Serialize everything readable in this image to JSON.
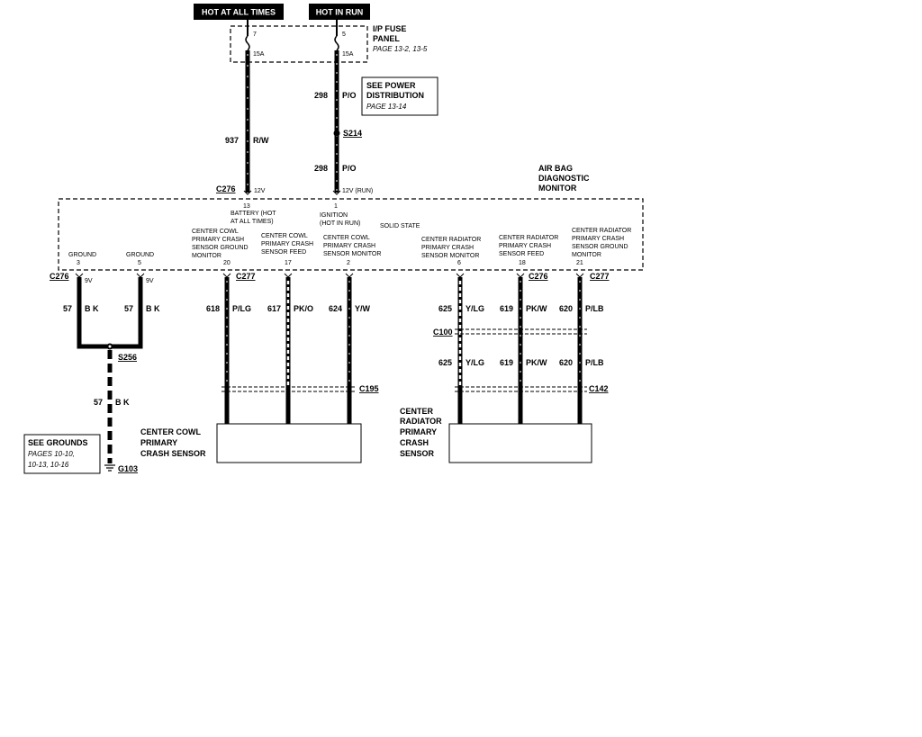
{
  "headers": {
    "hot_at_all_times": "HOT AT ALL TIMES",
    "hot_in_run": "HOT IN RUN"
  },
  "fuse_panel": {
    "title_line1": "I/P FUSE",
    "title_line2": "PANEL",
    "page_ref": "PAGE 13-2, 13-5",
    "fuses": [
      {
        "num": "7",
        "amps": "15A"
      },
      {
        "num": "5",
        "amps": "15A"
      }
    ]
  },
  "power_ref": {
    "line1": "SEE POWER",
    "line2": "DISTRIBUTION",
    "page": "PAGE 13-14"
  },
  "wires_top": [
    {
      "circuit": "937",
      "color": "R/W"
    },
    {
      "circuit": "298",
      "color": "P/O"
    },
    {
      "circuit": "298",
      "color": "P/O"
    }
  ],
  "splice_s214": "S214",
  "module": {
    "title_line1": "AIR BAG",
    "title_line2": "DIAGNOSTIC",
    "title_line3": "MONITOR",
    "type": "SOLID STATE",
    "volt_batt": "12V",
    "volt_run": "12V (RUN)",
    "pins": [
      {
        "num": "13",
        "label1": "BATTERY (HOT",
        "label2": "AT ALL TIMES)"
      },
      {
        "num": "1",
        "label1": "IGNITION",
        "label2": "(HOT IN RUN)"
      },
      {
        "num": "3",
        "label1": "GROUND"
      },
      {
        "num": "5",
        "label1": "GROUND"
      },
      {
        "num": "20",
        "label1": "CENTER COWL",
        "label2": "PRIMARY CRASH",
        "label3": "SENSOR GROUND",
        "label4": "MONITOR"
      },
      {
        "num": "17",
        "label1": "CENTER COWL",
        "label2": "PRIMARY CRASH",
        "label3": "SENSOR FEED"
      },
      {
        "num": "2",
        "label1": "CENTER COWL",
        "label2": "PRIMARY CRASH",
        "label3": "SENSOR MONITOR"
      },
      {
        "num": "6",
        "label1": "CENTER RADIATOR",
        "label2": "PRIMARY CRASH",
        "label3": "SENSOR MONITOR"
      },
      {
        "num": "18",
        "label1": "CENTER RADIATOR",
        "label2": "PRIMARY CRASH",
        "label3": "SENSOR FEED"
      },
      {
        "num": "21",
        "label1": "CENTER RADIATOR",
        "label2": "PRIMARY CRASH",
        "label3": "SENSOR GROUND",
        "label4": "MONITOR"
      }
    ]
  },
  "connectors": {
    "c276_top": "C276",
    "c276_left": "C276",
    "c277_a": "C277",
    "c276_b": "C276",
    "c277_b": "C277",
    "c100": "C100",
    "c195": "C195",
    "c142": "C142"
  },
  "ground_pins": {
    "v3": "9V",
    "v5": "9V"
  },
  "ground_wires": [
    {
      "circuit": "57",
      "color": "B K"
    },
    {
      "circuit": "57",
      "color": "B K"
    },
    {
      "circuit": "57",
      "color": "B K"
    }
  ],
  "splice_s256": "S256",
  "ground_ref": {
    "line1": "SEE GROUNDS",
    "line2": "PAGES 10-10,",
    "line3": "10-13, 10-16",
    "ground": "G103"
  },
  "sensor_wires": [
    {
      "circuit": "618",
      "color": "P/LG"
    },
    {
      "circuit": "617",
      "color": "PK/O"
    },
    {
      "circuit": "624",
      "color": "Y/W"
    },
    {
      "circuit": "625",
      "color": "Y/LG"
    },
    {
      "circuit": "619",
      "color": "PK/W"
    },
    {
      "circuit": "620",
      "color": "P/LB"
    }
  ],
  "sensor_wires_lower": [
    {
      "circuit": "625",
      "color": "Y/LG"
    },
    {
      "circuit": "619",
      "color": "PK/W"
    },
    {
      "circuit": "620",
      "color": "P/LB"
    }
  ],
  "sensors": {
    "cowl": {
      "line1": "CENTER  COWL",
      "line2": "PRIMARY",
      "line3": "CRASH SENSOR"
    },
    "radiator": {
      "line1": "CENTER",
      "line2": "RADIATOR",
      "line3": "PRIMARY",
      "line4": "CRASH",
      "line5": "SENSOR"
    }
  }
}
